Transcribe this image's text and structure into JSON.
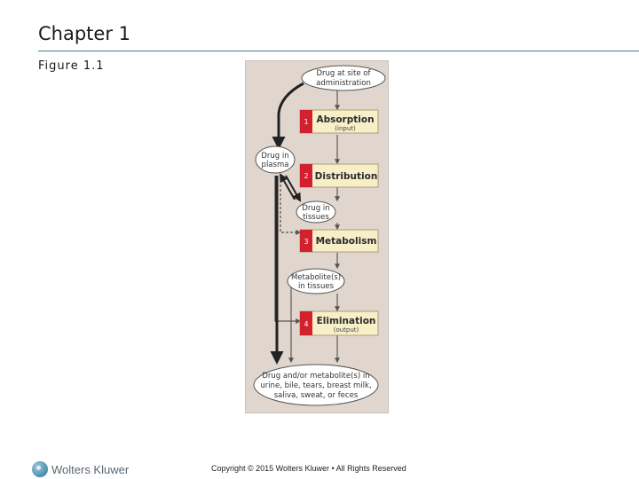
{
  "slide": {
    "title": "Chapter 1",
    "figure_label": "Figure 1.1"
  },
  "figure": {
    "start_node": [
      "Drug at site of",
      "administration"
    ],
    "plasma_node": [
      "Drug in",
      "plasma"
    ],
    "tissues_node": [
      "Drug in",
      "tissues"
    ],
    "metabolite_node": [
      "Metabolite(s)",
      "in tissues"
    ],
    "end_node": [
      "Drug and/or metabolite(s) in",
      "urine, bile, tears, breast milk,",
      "saliva, sweat, or feces"
    ],
    "steps": [
      {
        "number": "1",
        "title": "Absorption",
        "subtitle": "(input)"
      },
      {
        "number": "2",
        "title": "Distribution",
        "subtitle": ""
      },
      {
        "number": "3",
        "title": "Metabolism",
        "subtitle": ""
      },
      {
        "number": "4",
        "title": "Elimination",
        "subtitle": "(output)"
      }
    ],
    "colors": {
      "panel": "#e0d6cd",
      "step_box": "#f6efc8",
      "step_badge": "#d3202f",
      "arrow": "#222222"
    }
  },
  "footer": {
    "logo_text": "Wolters Kluwer",
    "copyright": "Copyright © 2015 Wolters Kluwer • All Rights Reserved"
  }
}
